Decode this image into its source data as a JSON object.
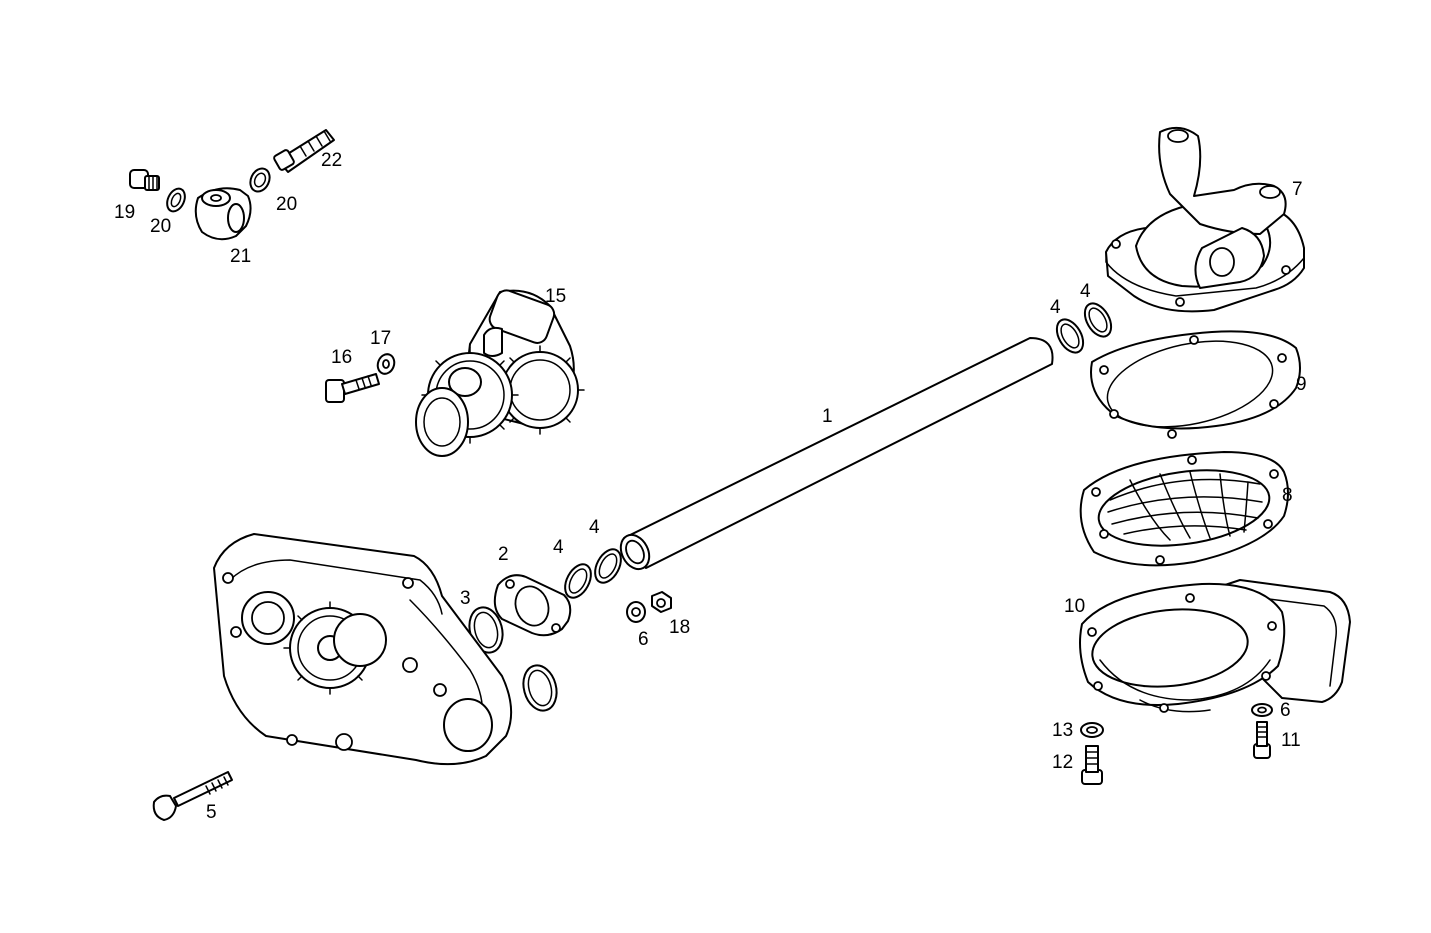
{
  "callouts": {
    "p1": "1",
    "p2": "2",
    "p3": "3",
    "p4a": "4",
    "p4b": "4",
    "p4c": "4",
    "p4d": "4",
    "p5": "5",
    "p6a": "6",
    "p6b": "6",
    "p7": "7",
    "p8": "8",
    "p9": "9",
    "p10": "10",
    "p11": "11",
    "p12": "12",
    "p13": "13",
    "p15": "15",
    "p16": "16",
    "p17": "17",
    "p18": "18",
    "p19": "19",
    "p20a": "20",
    "p20b": "20",
    "p21": "21",
    "p22": "22"
  }
}
